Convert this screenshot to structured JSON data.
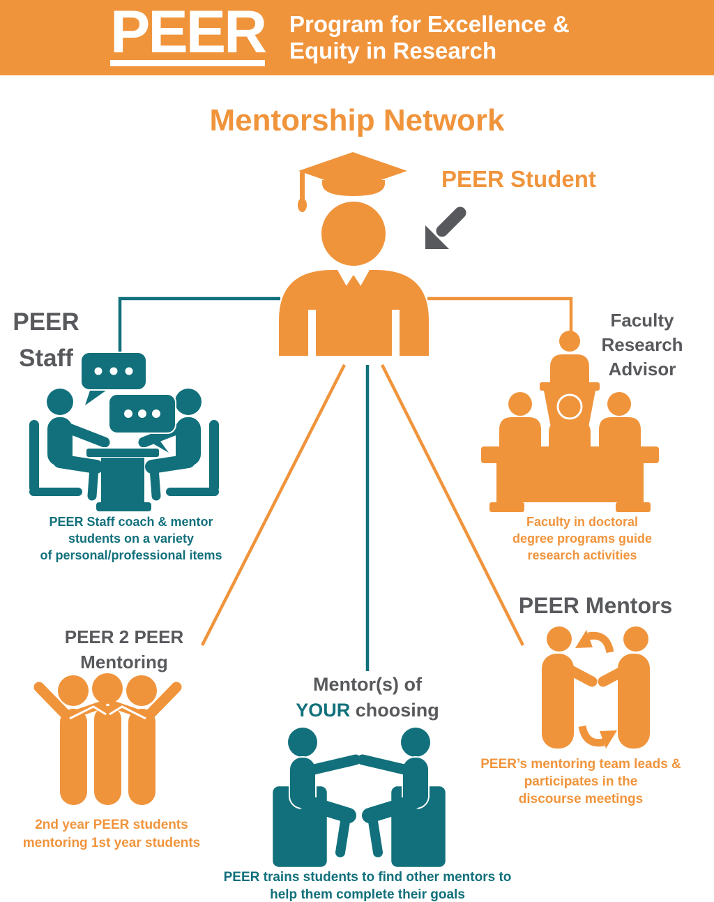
{
  "header": {
    "logo": "PEER",
    "tagline": [
      "Program for Excellence &",
      "Equity in Research"
    ]
  },
  "main_title": "Mentorship Network",
  "student": {
    "label": "PEER Student"
  },
  "nodes": {
    "staff": {
      "title": [
        "PEER",
        "Staff"
      ],
      "caption": [
        "PEER Staff coach & mentor",
        "students on a variety",
        "of personal/professional items"
      ]
    },
    "faculty": {
      "title": [
        "Faculty",
        "Research",
        "Advisor"
      ],
      "caption": [
        "Faculty in doctoral",
        "degree programs guide",
        "research activities"
      ]
    },
    "peer2peer": {
      "title": [
        "PEER 2 PEER",
        "Mentoring"
      ],
      "caption": [
        "2nd year PEER students",
        "mentoring 1st year students"
      ]
    },
    "choosing": {
      "title_line1": "Mentor(s) of",
      "title_line2_highlight": "YOUR",
      "title_line2_rest": " choosing",
      "caption": [
        "PEER trains students to find other mentors to",
        "help them complete their goals"
      ]
    },
    "mentors": {
      "title": "PEER Mentors",
      "caption": [
        "PEER’s mentoring team leads &",
        "participates in the",
        "discourse meetings"
      ]
    }
  },
  "colors": {
    "orange": "#F0943C",
    "teal": "#11707B",
    "gray": "#58595C",
    "white": "#FFFFFF"
  },
  "icons": {
    "student": "graduate-student-icon",
    "pointer": "arrow-down-left-icon",
    "staff": "coaching-table-speech-bubbles-icon",
    "faculty": "faculty-panel-podium-icon",
    "peer2peer": "three-students-arms-raised-icon",
    "choosing": "two-mentors-seated-chairs-icon",
    "mentors": "mentors-cycle-arrows-icon"
  }
}
